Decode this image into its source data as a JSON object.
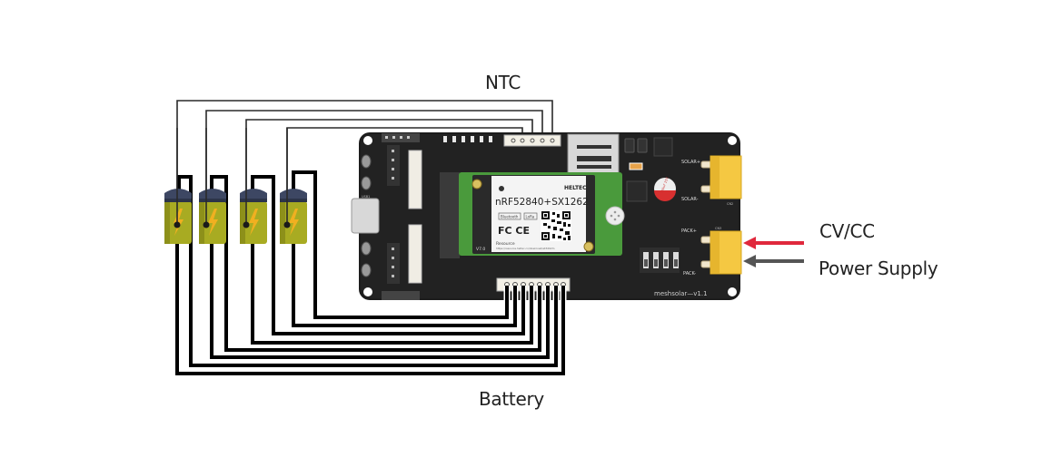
{
  "diagram": {
    "labels": {
      "ntc": "NTC",
      "battery": "Battery",
      "cvcc": "CV/CC",
      "power_supply": "Power Supply"
    },
    "batteries": [
      {
        "id": "cell-1"
      },
      {
        "id": "cell-2"
      },
      {
        "id": "cell-3"
      },
      {
        "id": "cell-4"
      }
    ],
    "board": {
      "name": "meshsolar—v1.1",
      "module_title": "nRF52840+SX1262",
      "module_brand": "HELTEC",
      "module_badges": [
        "Bluetooth",
        "LoRa"
      ],
      "module_cert": "FC  CE",
      "module_resource_label": "Resource",
      "module_resource_url": "https://resource.heltec.cn/download/wt3262m",
      "module_version": "V7.0",
      "solar_plus": "SOLAR+",
      "solar_minus": "SOLAR-",
      "pack_plus": "PACK+",
      "pack_minus": "PACK-",
      "cn2": "CN2",
      "cn3": "CN3",
      "capacitor": "100uF 25V",
      "usb": "USB1"
    },
    "colors": {
      "cvcc_arrow": "#e0283c",
      "power_arrow": "#555555",
      "pcb": "#1e1e1e",
      "module_pcb": "#4a9a3c",
      "xt_connector": "#f5c842",
      "battery_body": "#a8ab22",
      "battery_cap": "#3d4763",
      "bolt": "#f0b020"
    }
  }
}
